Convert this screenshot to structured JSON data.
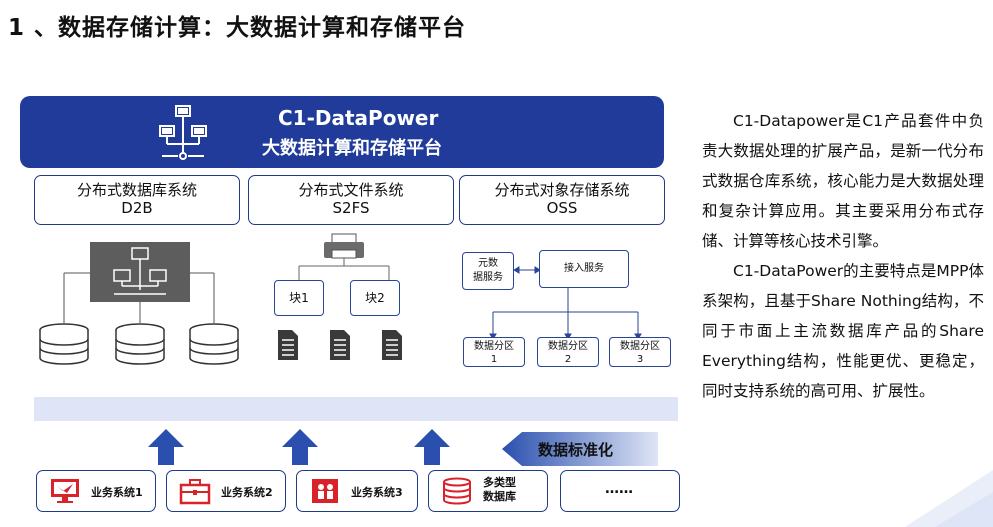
{
  "page_title": "1 、数据存储计算：大数据计算和存储平台",
  "banner": {
    "title": "C1-DataPower",
    "subtitle": "大数据计算和存储平台"
  },
  "systems": [
    {
      "name": "分布式数据库系统",
      "code": "D2B"
    },
    {
      "name": "分布式文件系统",
      "code": "S2FS"
    },
    {
      "name": "分布式对象存储系统",
      "code": "OSS"
    }
  ],
  "s2fs": {
    "blocks": [
      "块1",
      "块2"
    ]
  },
  "oss": {
    "meta_service": "元数\n据服务",
    "access_service": "接入服务",
    "partitions": [
      {
        "label": "数据分区",
        "num": "1"
      },
      {
        "label": "数据分区",
        "num": "2"
      },
      {
        "label": "数据分区",
        "num": "3"
      }
    ]
  },
  "standardization_label": "数据标准化",
  "business_systems": [
    {
      "label": "业务系统1",
      "icon": "monitor-icon"
    },
    {
      "label": "业务系统2",
      "icon": "briefcase-icon"
    },
    {
      "label": "业务系统3",
      "icon": "people-board-icon"
    },
    {
      "label": "多类型\n数据库",
      "icon": "database-icon"
    },
    {
      "label": "……",
      "icon": ""
    }
  ],
  "description": {
    "p1": "C1-Datapower是C1产品套件中负责大数据处理的扩展产品，是新一代分布式数据仓库系统，核心能力是大数据处理和复杂计算应用。其主要采用分布式存储、计算等核心技术引擎。",
    "p2": "C1-DataPower的主要特点是MPP体系架构，且基于Share Nothing结构，不同于市面上主流数据库产品的Share Everything结构，性能更优、更稳定，同时支持系统的高可用、扩展性。"
  },
  "colors": {
    "primary": "#203b9a",
    "bar": "#dfe5f6",
    "icon_red": "#d9232a",
    "arrow": "#2a4fae"
  }
}
